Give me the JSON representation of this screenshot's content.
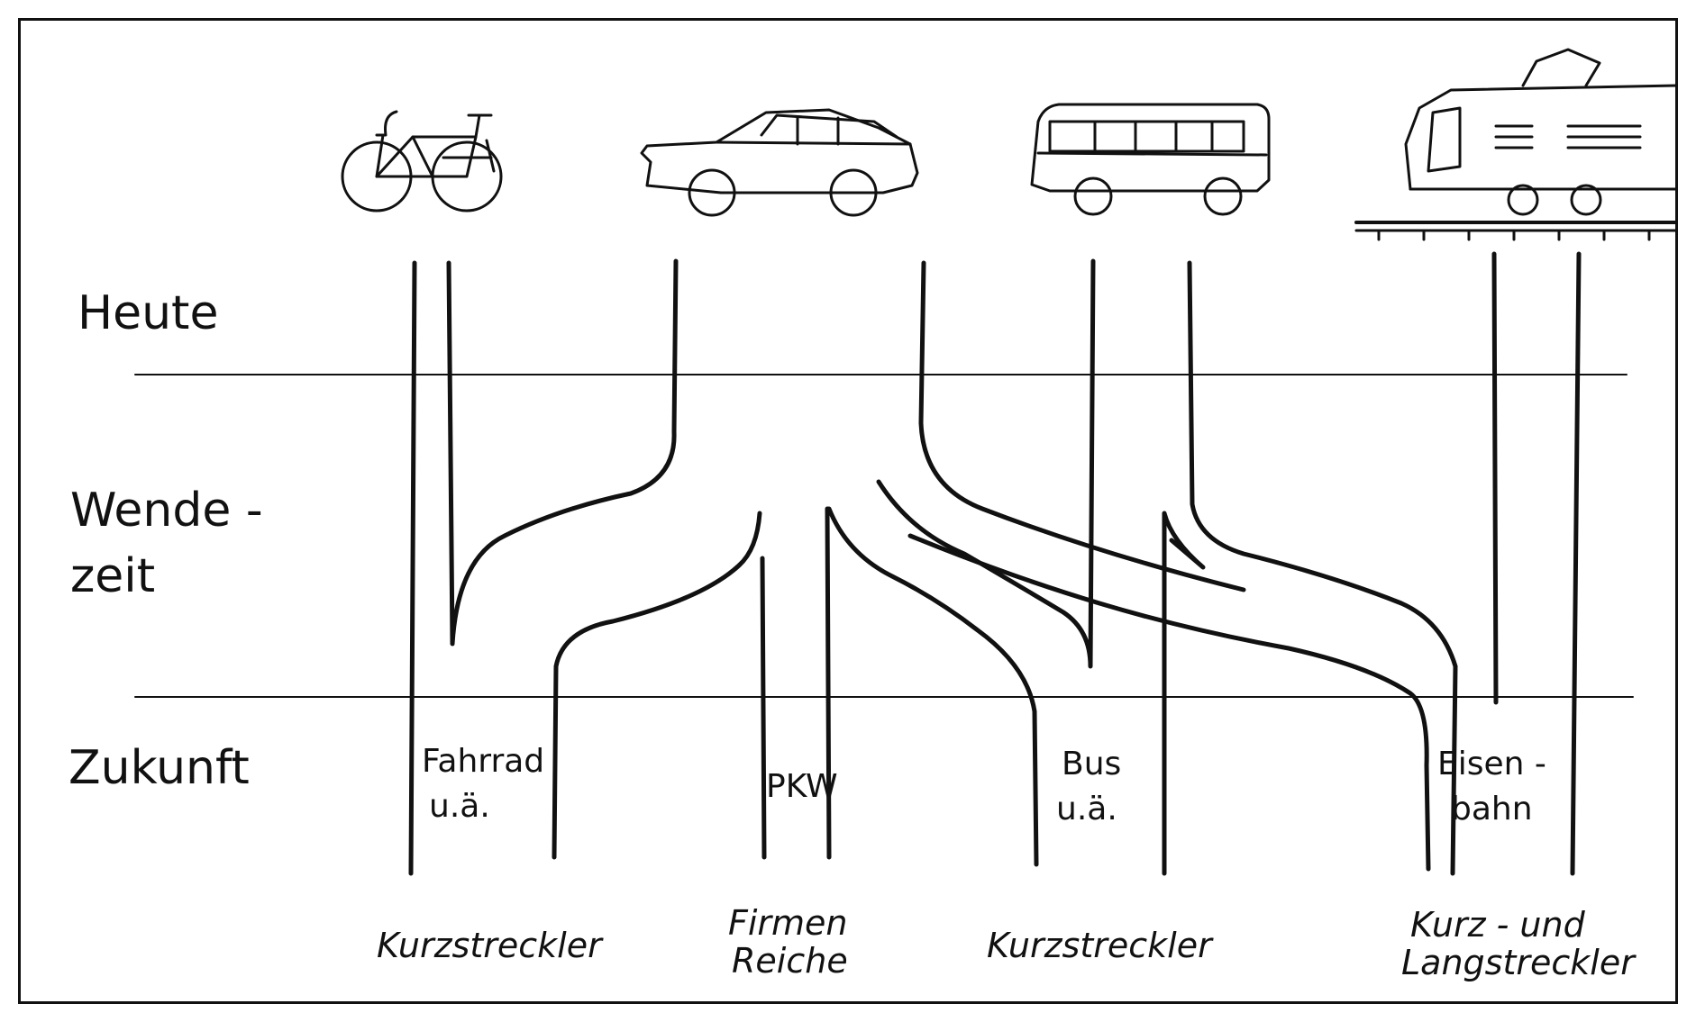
{
  "diagram": {
    "rows": {
      "heute": "Heute",
      "wende_line1": "Wende -",
      "wende_line2": "zeit",
      "zukunft": "Zukunft"
    },
    "lanes": {
      "fahrrad_line1": "Fahrrad",
      "fahrrad_line2": "u.ä.",
      "pkw": "PKW",
      "bus_line1": "Bus",
      "bus_line2": "u.ä.",
      "eisenbahn_line1": "Eisen -",
      "eisenbahn_line2": "bahn"
    },
    "groups": {
      "g1": "Kurzstreckler",
      "g2_line1": "Firmen",
      "g2_line2": "Reiche",
      "g3": "Kurzstreckler",
      "g4_line1": "Kurz - und",
      "g4_line2": "Langstreckler"
    },
    "icons": [
      "bicycle-icon",
      "car-icon",
      "bus-icon",
      "train-icon"
    ]
  }
}
